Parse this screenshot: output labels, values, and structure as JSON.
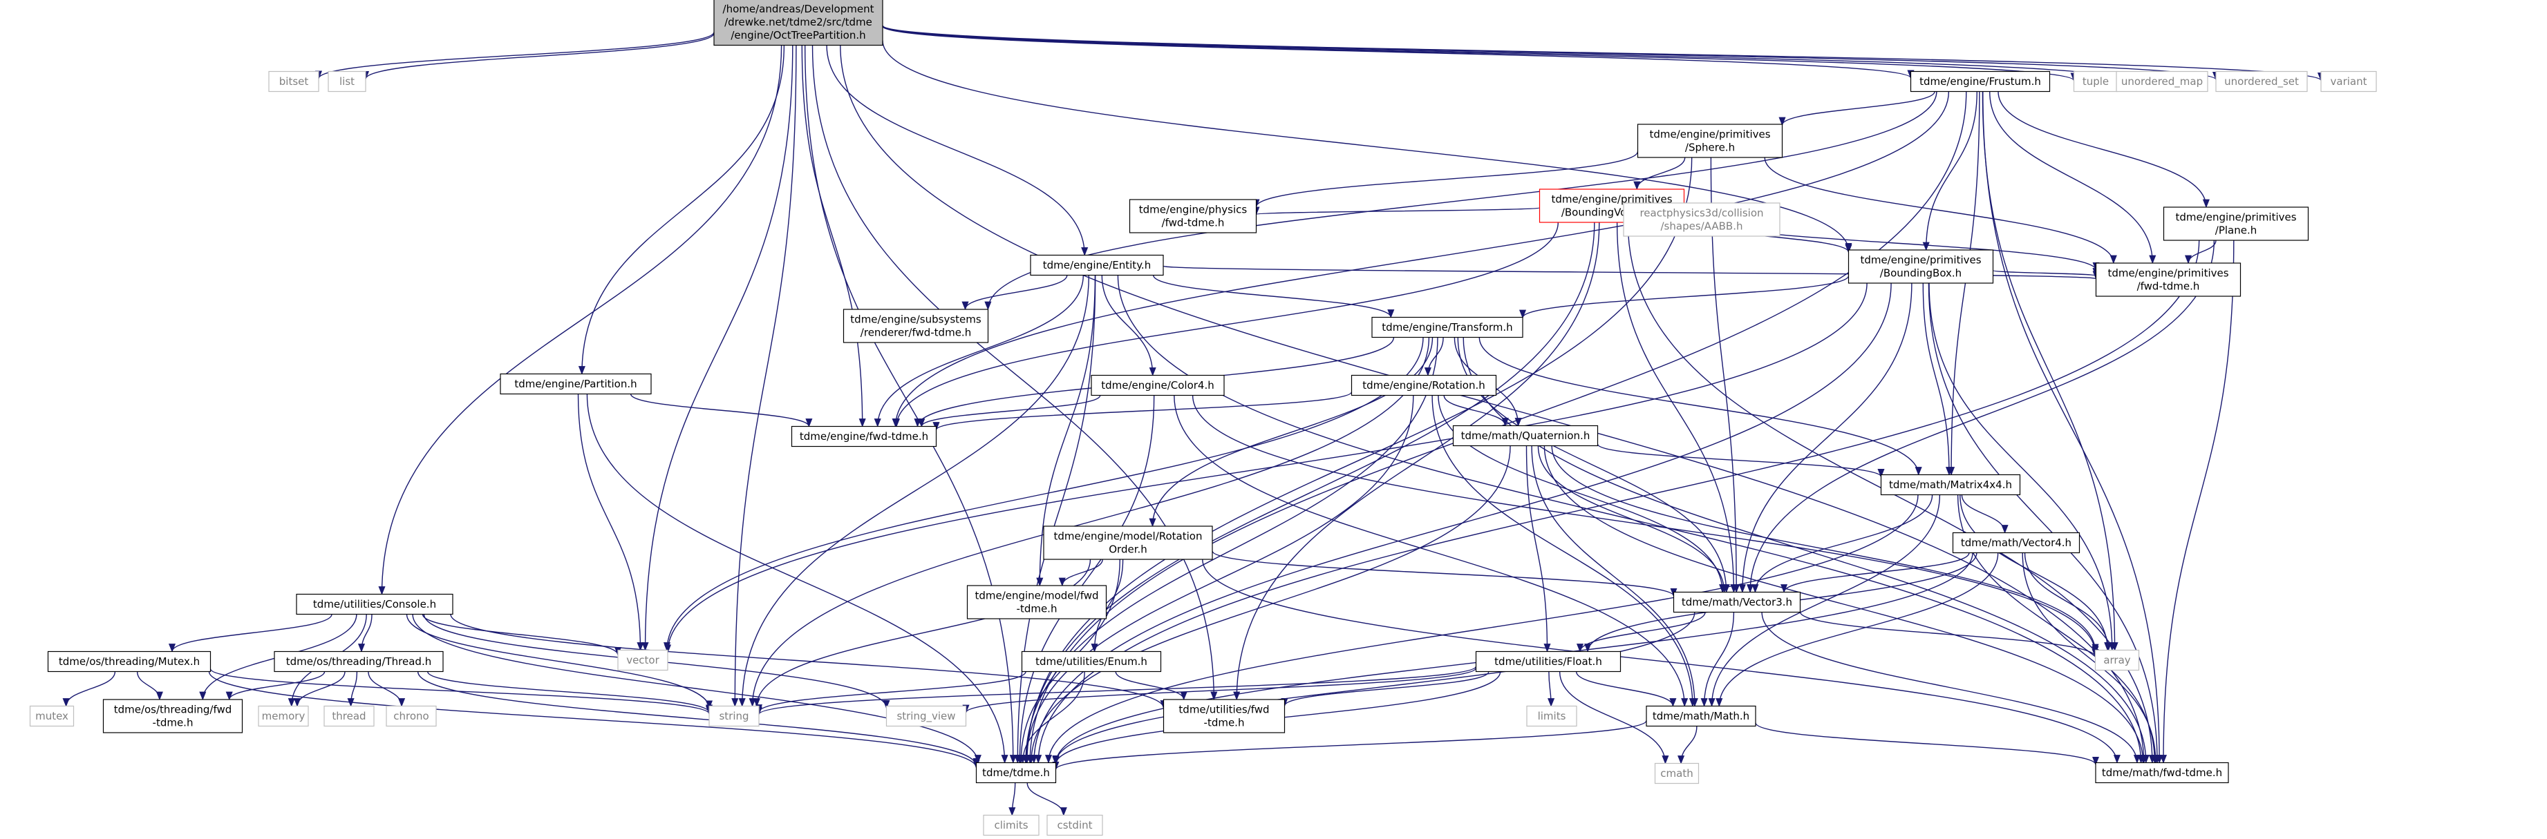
{
  "diagram": {
    "type": "include-dependency-graph",
    "colors": {
      "edge": "#191970",
      "root_fill": "#bfbfbf",
      "project_border": "#000000",
      "system_border": "#bfbfbf",
      "system_text": "#808080",
      "highlight_border": "#ff0000"
    },
    "nodes": [
      {
        "id": "root",
        "kind": "root",
        "lines": [
          "/home/andreas/Development",
          "/drewke.net/tdme2/src/tdme",
          "/engine/OctTreePartition.h"
        ]
      },
      {
        "id": "bitset",
        "kind": "system",
        "lines": [
          "bitset"
        ]
      },
      {
        "id": "list",
        "kind": "system",
        "lines": [
          "list"
        ]
      },
      {
        "id": "tuple",
        "kind": "system",
        "lines": [
          "tuple"
        ]
      },
      {
        "id": "unordered_map",
        "kind": "system",
        "lines": [
          "unordered_map"
        ]
      },
      {
        "id": "unordered_set",
        "kind": "system",
        "lines": [
          "unordered_set"
        ]
      },
      {
        "id": "variant",
        "kind": "system",
        "lines": [
          "variant"
        ]
      },
      {
        "id": "frustum",
        "kind": "project",
        "lines": [
          "tdme/engine/Frustum.h"
        ]
      },
      {
        "id": "sphere",
        "kind": "project",
        "lines": [
          "tdme/engine/primitives",
          "/Sphere.h"
        ]
      },
      {
        "id": "bvol",
        "kind": "highlight",
        "lines": [
          "tdme/engine/primitives",
          "/BoundingVolume.h"
        ]
      },
      {
        "id": "physfwd",
        "kind": "project",
        "lines": [
          "tdme/engine/physics",
          "/fwd-tdme.h"
        ]
      },
      {
        "id": "r3d",
        "kind": "system",
        "lines": [
          "reactphysics3d/collision",
          "/shapes/AABB.h"
        ]
      },
      {
        "id": "bbox",
        "kind": "project",
        "lines": [
          "tdme/engine/primitives",
          "/BoundingBox.h"
        ]
      },
      {
        "id": "plane",
        "kind": "project",
        "lines": [
          "tdme/engine/primitives",
          "/Plane.h"
        ]
      },
      {
        "id": "primfwd",
        "kind": "project",
        "lines": [
          "tdme/engine/primitives",
          "/fwd-tdme.h"
        ]
      },
      {
        "id": "entity",
        "kind": "project",
        "lines": [
          "tdme/engine/Entity.h"
        ]
      },
      {
        "id": "subsys",
        "kind": "project",
        "lines": [
          "tdme/engine/subsystems",
          "/renderer/fwd-tdme.h"
        ]
      },
      {
        "id": "transform",
        "kind": "project",
        "lines": [
          "tdme/engine/Transform.h"
        ]
      },
      {
        "id": "partition",
        "kind": "project",
        "lines": [
          "tdme/engine/Partition.h"
        ]
      },
      {
        "id": "color4",
        "kind": "project",
        "lines": [
          "tdme/engine/Color4.h"
        ]
      },
      {
        "id": "rotation",
        "kind": "project",
        "lines": [
          "tdme/engine/Rotation.h"
        ]
      },
      {
        "id": "enginefwd",
        "kind": "project",
        "lines": [
          "tdme/engine/fwd-tdme.h"
        ]
      },
      {
        "id": "quat",
        "kind": "project",
        "lines": [
          "tdme/math/Quaternion.h"
        ]
      },
      {
        "id": "mat44",
        "kind": "project",
        "lines": [
          "tdme/math/Matrix4x4.h"
        ]
      },
      {
        "id": "rotorder",
        "kind": "project",
        "lines": [
          "tdme/engine/model/Rotation",
          "Order.h"
        ]
      },
      {
        "id": "modelfwd",
        "kind": "project",
        "lines": [
          "tdme/engine/model/fwd",
          "-tdme.h"
        ]
      },
      {
        "id": "vec4",
        "kind": "project",
        "lines": [
          "tdme/math/Vector4.h"
        ]
      },
      {
        "id": "console",
        "kind": "project",
        "lines": [
          "tdme/utilities/Console.h"
        ]
      },
      {
        "id": "vector",
        "kind": "system",
        "lines": [
          "vector"
        ]
      },
      {
        "id": "vec3",
        "kind": "project",
        "lines": [
          "tdme/math/Vector3.h"
        ]
      },
      {
        "id": "array",
        "kind": "system",
        "lines": [
          "array"
        ]
      },
      {
        "id": "mutex_h",
        "kind": "project",
        "lines": [
          "tdme/os/threading/Mutex.h"
        ]
      },
      {
        "id": "thread_h",
        "kind": "project",
        "lines": [
          "tdme/os/threading/Thread.h"
        ]
      },
      {
        "id": "enum",
        "kind": "project",
        "lines": [
          "tdme/utilities/Enum.h"
        ]
      },
      {
        "id": "float",
        "kind": "project",
        "lines": [
          "tdme/utilities/Float.h"
        ]
      },
      {
        "id": "mutex",
        "kind": "system",
        "lines": [
          "mutex"
        ]
      },
      {
        "id": "thrfwd",
        "kind": "project",
        "lines": [
          "tdme/os/threading/fwd",
          "-tdme.h"
        ]
      },
      {
        "id": "memory",
        "kind": "system",
        "lines": [
          "memory"
        ]
      },
      {
        "id": "thread",
        "kind": "system",
        "lines": [
          "thread"
        ]
      },
      {
        "id": "chrono",
        "kind": "system",
        "lines": [
          "chrono"
        ]
      },
      {
        "id": "string",
        "kind": "system",
        "lines": [
          "string"
        ]
      },
      {
        "id": "string_view",
        "kind": "system",
        "lines": [
          "string_view"
        ]
      },
      {
        "id": "utilfwd",
        "kind": "project",
        "lines": [
          "tdme/utilities/fwd",
          "-tdme.h"
        ]
      },
      {
        "id": "limits",
        "kind": "system",
        "lines": [
          "limits"
        ]
      },
      {
        "id": "math",
        "kind": "project",
        "lines": [
          "tdme/math/Math.h"
        ]
      },
      {
        "id": "tdme",
        "kind": "project",
        "lines": [
          "tdme/tdme.h"
        ]
      },
      {
        "id": "cmath",
        "kind": "system",
        "lines": [
          "cmath"
        ]
      },
      {
        "id": "mathfwd",
        "kind": "project",
        "lines": [
          "tdme/math/fwd-tdme.h"
        ]
      },
      {
        "id": "climits",
        "kind": "system",
        "lines": [
          "climits"
        ]
      },
      {
        "id": "cstdint",
        "kind": "system",
        "lines": [
          "cstdint"
        ]
      }
    ],
    "edges": [
      [
        "root",
        "bitset"
      ],
      [
        "root",
        "list"
      ],
      [
        "root",
        "tuple"
      ],
      [
        "root",
        "unordered_map"
      ],
      [
        "root",
        "unordered_set"
      ],
      [
        "root",
        "variant"
      ],
      [
        "root",
        "frustum"
      ],
      [
        "root",
        "entity"
      ],
      [
        "root",
        "partition"
      ],
      [
        "root",
        "console"
      ],
      [
        "root",
        "enginefwd"
      ],
      [
        "root",
        "bbox"
      ],
      [
        "root",
        "vector"
      ],
      [
        "root",
        "string"
      ],
      [
        "root",
        "tdme"
      ],
      [
        "root",
        "mathfwd"
      ],
      [
        "root",
        "utilfwd"
      ],
      [
        "frustum",
        "sphere"
      ],
      [
        "frustum",
        "plane"
      ],
      [
        "frustum",
        "bbox"
      ],
      [
        "frustum",
        "primfwd"
      ],
      [
        "frustum",
        "mat44"
      ],
      [
        "frustum",
        "array"
      ],
      [
        "frustum",
        "mathfwd"
      ],
      [
        "frustum",
        "enginefwd"
      ],
      [
        "frustum",
        "subsys"
      ],
      [
        "frustum",
        "tdme"
      ],
      [
        "sphere",
        "bvol"
      ],
      [
        "sphere",
        "physfwd"
      ],
      [
        "sphere",
        "vec3"
      ],
      [
        "sphere",
        "primfwd"
      ],
      [
        "sphere",
        "tdme"
      ],
      [
        "bvol",
        "physfwd"
      ],
      [
        "bvol",
        "r3d"
      ],
      [
        "bvol",
        "bbox"
      ],
      [
        "bvol",
        "primfwd"
      ],
      [
        "bvol",
        "vec3"
      ],
      [
        "bvol",
        "enginefwd"
      ],
      [
        "bvol",
        "tdme"
      ],
      [
        "bvol",
        "mathfwd"
      ],
      [
        "bvol",
        "utilfwd"
      ],
      [
        "bbox",
        "transform"
      ],
      [
        "bbox",
        "primfwd"
      ],
      [
        "bbox",
        "mat44"
      ],
      [
        "bbox",
        "vec3"
      ],
      [
        "bbox",
        "array"
      ],
      [
        "bbox",
        "vector"
      ],
      [
        "bbox",
        "tdme"
      ],
      [
        "bbox",
        "mathfwd"
      ],
      [
        "plane",
        "primfwd"
      ],
      [
        "plane",
        "vec3"
      ],
      [
        "plane",
        "mathfwd"
      ],
      [
        "plane",
        "tdme"
      ],
      [
        "entity",
        "subsys"
      ],
      [
        "entity",
        "transform"
      ],
      [
        "entity",
        "color4"
      ],
      [
        "entity",
        "enginefwd"
      ],
      [
        "entity",
        "primfwd"
      ],
      [
        "entity",
        "modelfwd"
      ],
      [
        "entity",
        "mathfwd"
      ],
      [
        "entity",
        "string"
      ],
      [
        "entity",
        "tdme"
      ],
      [
        "transform",
        "rotation"
      ],
      [
        "transform",
        "quat"
      ],
      [
        "transform",
        "mat44"
      ],
      [
        "transform",
        "vec3"
      ],
      [
        "transform",
        "rotorder"
      ],
      [
        "transform",
        "enginefwd"
      ],
      [
        "transform",
        "vector"
      ],
      [
        "transform",
        "string"
      ],
      [
        "transform",
        "tdme"
      ],
      [
        "transform",
        "mathfwd"
      ],
      [
        "partition",
        "enginefwd"
      ],
      [
        "partition",
        "vector"
      ],
      [
        "partition",
        "tdme"
      ],
      [
        "color4",
        "enginefwd"
      ],
      [
        "color4",
        "math"
      ],
      [
        "color4",
        "array"
      ],
      [
        "color4",
        "tdme"
      ],
      [
        "rotation",
        "quat"
      ],
      [
        "rotation",
        "vec3"
      ],
      [
        "rotation",
        "math"
      ],
      [
        "rotation",
        "enginefwd"
      ],
      [
        "rotation",
        "tdme"
      ],
      [
        "quat",
        "mat44"
      ],
      [
        "quat",
        "vec3"
      ],
      [
        "quat",
        "float"
      ],
      [
        "quat",
        "math"
      ],
      [
        "quat",
        "array"
      ],
      [
        "quat",
        "tdme"
      ],
      [
        "quat",
        "mathfwd"
      ],
      [
        "mat44",
        "vec4"
      ],
      [
        "mat44",
        "vec3"
      ],
      [
        "mat44",
        "math"
      ],
      [
        "mat44",
        "array"
      ],
      [
        "mat44",
        "tdme"
      ],
      [
        "mat44",
        "mathfwd"
      ],
      [
        "vec4",
        "vec3"
      ],
      [
        "vec4",
        "float"
      ],
      [
        "vec4",
        "math"
      ],
      [
        "vec4",
        "array"
      ],
      [
        "vec4",
        "tdme"
      ],
      [
        "vec4",
        "mathfwd"
      ],
      [
        "rotorder",
        "modelfwd"
      ],
      [
        "rotorder",
        "vec3"
      ],
      [
        "rotorder",
        "enum"
      ],
      [
        "rotorder",
        "string"
      ],
      [
        "rotorder",
        "tdme"
      ],
      [
        "rotorder",
        "mathfwd"
      ],
      [
        "vec3",
        "float"
      ],
      [
        "vec3",
        "math"
      ],
      [
        "vec3",
        "array"
      ],
      [
        "vec3",
        "tdme"
      ],
      [
        "vec3",
        "mathfwd"
      ],
      [
        "console",
        "mutex_h"
      ],
      [
        "console",
        "thread_h"
      ],
      [
        "console",
        "thrfwd"
      ],
      [
        "console",
        "memory"
      ],
      [
        "console",
        "string"
      ],
      [
        "console",
        "string_view"
      ],
      [
        "console",
        "vector"
      ],
      [
        "console",
        "utilfwd"
      ],
      [
        "console",
        "tdme"
      ],
      [
        "mutex_h",
        "mutex"
      ],
      [
        "mutex_h",
        "thrfwd"
      ],
      [
        "mutex_h",
        "string"
      ],
      [
        "mutex_h",
        "tdme"
      ],
      [
        "thread_h",
        "thrfwd"
      ],
      [
        "thread_h",
        "memory"
      ],
      [
        "thread_h",
        "thread"
      ],
      [
        "thread_h",
        "chrono"
      ],
      [
        "thread_h",
        "string"
      ],
      [
        "thread_h",
        "tdme"
      ],
      [
        "enum",
        "string"
      ],
      [
        "enum",
        "utilfwd"
      ],
      [
        "enum",
        "tdme"
      ],
      [
        "float",
        "limits"
      ],
      [
        "float",
        "math"
      ],
      [
        "float",
        "cmath"
      ],
      [
        "float",
        "string"
      ],
      [
        "float",
        "string_view"
      ],
      [
        "float",
        "utilfwd"
      ],
      [
        "float",
        "tdme"
      ],
      [
        "math",
        "cmath"
      ],
      [
        "math",
        "tdme"
      ],
      [
        "math",
        "mathfwd"
      ],
      [
        "tdme",
        "climits"
      ],
      [
        "tdme",
        "cstdint"
      ]
    ]
  }
}
